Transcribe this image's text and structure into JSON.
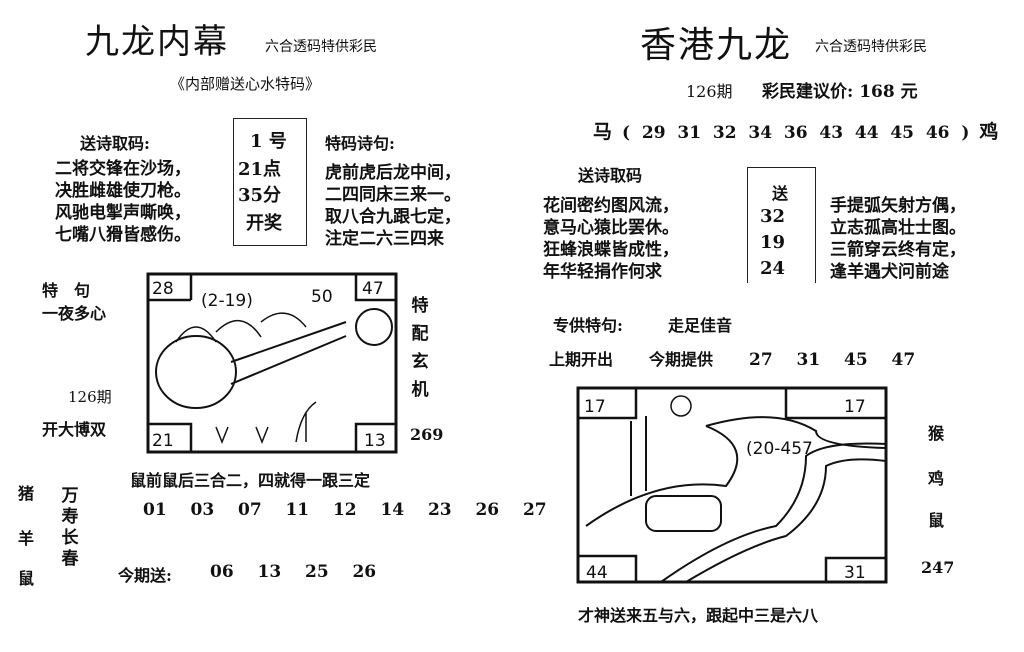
{
  "left": {
    "title": "九龙内幕",
    "subtitle": "六合透码特供彩民",
    "banner": "《内部赠送心水特码》",
    "poem_label": "送诗取码:",
    "poem_lines": [
      "二将交锋在沙场，",
      "决胜雌雄使刀枪。",
      "风驰电掣声嘶唤，",
      "七嘴八猾皆感伤。"
    ],
    "draw_box": [
      "1 号",
      "21点",
      "35分",
      "开奖"
    ],
    "special_label": "特码诗句:",
    "special_lines": [
      "虎前虎后龙中间，",
      "二四同床三来一。",
      "取八合九跟七定，",
      "注定二六三四来"
    ],
    "te_ju_label": "特　句",
    "te_ju_value": "一夜多心",
    "issue": "126期",
    "hint": "开大博双",
    "side_label": "特配玄机",
    "side_number": "269",
    "sketch": {
      "corners": [
        "28",
        "47",
        "21",
        "13"
      ],
      "scribbles": [
        "(2-19)",
        "50"
      ]
    },
    "rhyme": "鼠前鼠后三合二，四就得一跟三定",
    "numbers": "01  03  07  11  12  14  23  26  27",
    "zodiac": [
      "猪",
      "羊",
      "鼠"
    ],
    "blessing": "万寿长春",
    "send_label": "今期送:",
    "send_numbers": "06  13  25  26"
  },
  "right": {
    "title": "香港九龙",
    "subtitle": "六合透码特供彩民",
    "issue": "126期",
    "price": "彩民建议价: 168 元",
    "range_start": "马",
    "range_numbers": "(  29  31  32  34  36  43  44  45  46  )",
    "range_end": "鸡",
    "poem_label": "送诗取码",
    "poem_left": [
      "花间密约图风流，",
      "意马心猿比罢休。",
      "狂蜂浪蝶皆成性，",
      "年华轻捐作何求"
    ],
    "poem_right": [
      "手提弧矢射方偶，",
      "立志孤高壮士图。",
      "三箭穿云终有定，",
      "逢羊遇犬问前途"
    ],
    "send_box": [
      "送",
      "32",
      "19",
      "24"
    ],
    "special_label": "专供特句:",
    "special_value": "走足佳音",
    "last_label": "上期开出",
    "offer_label": "今期提供",
    "offer_numbers": "27  31  45  47",
    "zodiac": [
      "猴",
      "鸡",
      "鼠"
    ],
    "side_number": "247",
    "sketch": {
      "corners": [
        "17",
        "17",
        "44",
        "31"
      ],
      "scribbles": [
        "(20-457"
      ]
    },
    "footer": "才神送来五与六，跟起中三是六八"
  }
}
